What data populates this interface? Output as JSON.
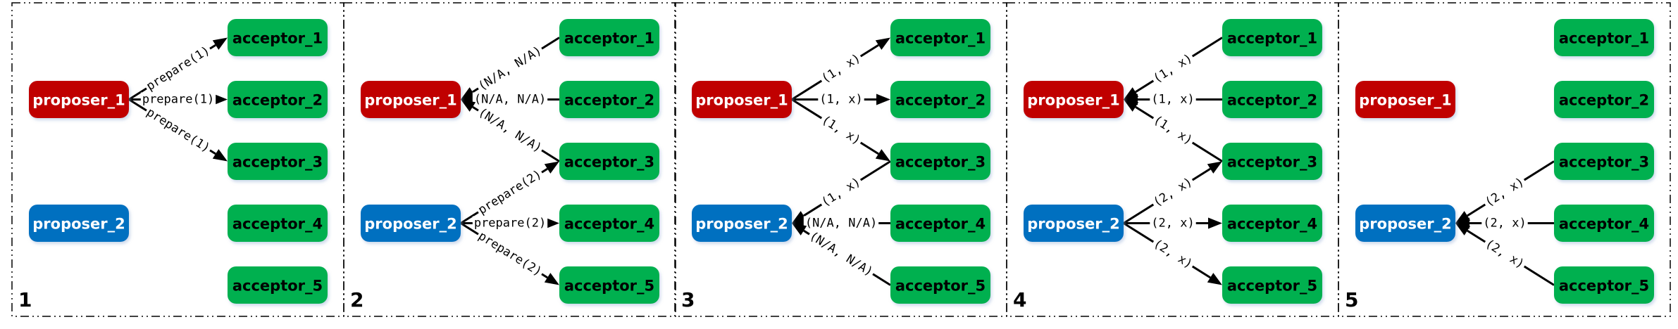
{
  "colors": {
    "proposer_1": "#c00000",
    "proposer_2": "#0070c0",
    "acceptor": "#00b050",
    "proposer_text": "#ffffff",
    "acceptor_text": "#000000"
  },
  "nodes": {
    "p1": "proposer_1",
    "p2": "proposer_2",
    "a1": "acceptor_1",
    "a2": "acceptor_2",
    "a3": "acceptor_3",
    "a4": "acceptor_4",
    "a5": "acceptor_5"
  },
  "panels": [
    {
      "number": "1",
      "edges": [
        {
          "from": "p1",
          "to": "a1",
          "label": "prepare(1)"
        },
        {
          "from": "p1",
          "to": "a2",
          "label": "prepare(1)"
        },
        {
          "from": "p1",
          "to": "a3",
          "label": "prepare(1)"
        }
      ]
    },
    {
      "number": "2",
      "edges": [
        {
          "from": "a1",
          "to": "p1",
          "label": "(N/A, N/A)"
        },
        {
          "from": "a2",
          "to": "p1",
          "label": "(N/A, N/A)"
        },
        {
          "from": "a3",
          "to": "p1",
          "label": "(N/A, N/A)"
        },
        {
          "from": "p2",
          "to": "a3",
          "label": "prepare(2)"
        },
        {
          "from": "p2",
          "to": "a4",
          "label": "prepare(2)"
        },
        {
          "from": "p2",
          "to": "a5",
          "label": "prepare(2)"
        }
      ]
    },
    {
      "number": "3",
      "edges": [
        {
          "from": "p1",
          "to": "a1",
          "label": "(1, x)"
        },
        {
          "from": "p1",
          "to": "a2",
          "label": "(1, x)"
        },
        {
          "from": "p1",
          "to": "a3",
          "label": "(1, x)"
        },
        {
          "from": "a3",
          "to": "p2",
          "label": "(1, x)"
        },
        {
          "from": "a4",
          "to": "p2",
          "label": "(N/A, N/A)"
        },
        {
          "from": "a5",
          "to": "p2",
          "label": "(N/A, N/A)"
        }
      ]
    },
    {
      "number": "4",
      "edges": [
        {
          "from": "a1",
          "to": "p1",
          "label": "(1, x)"
        },
        {
          "from": "a2",
          "to": "p1",
          "label": "(1, x)"
        },
        {
          "from": "a3",
          "to": "p1",
          "label": "(1, x)"
        },
        {
          "from": "p2",
          "to": "a3",
          "label": "(2, x)"
        },
        {
          "from": "p2",
          "to": "a4",
          "label": "(2, x)"
        },
        {
          "from": "p2",
          "to": "a5",
          "label": "(2, x)"
        }
      ]
    },
    {
      "number": "5",
      "edges": [
        {
          "from": "a3",
          "to": "p2",
          "label": "(2, x)"
        },
        {
          "from": "a4",
          "to": "p2",
          "label": "(2, x)"
        },
        {
          "from": "a5",
          "to": "p2",
          "label": "(2, x)"
        }
      ]
    }
  ]
}
